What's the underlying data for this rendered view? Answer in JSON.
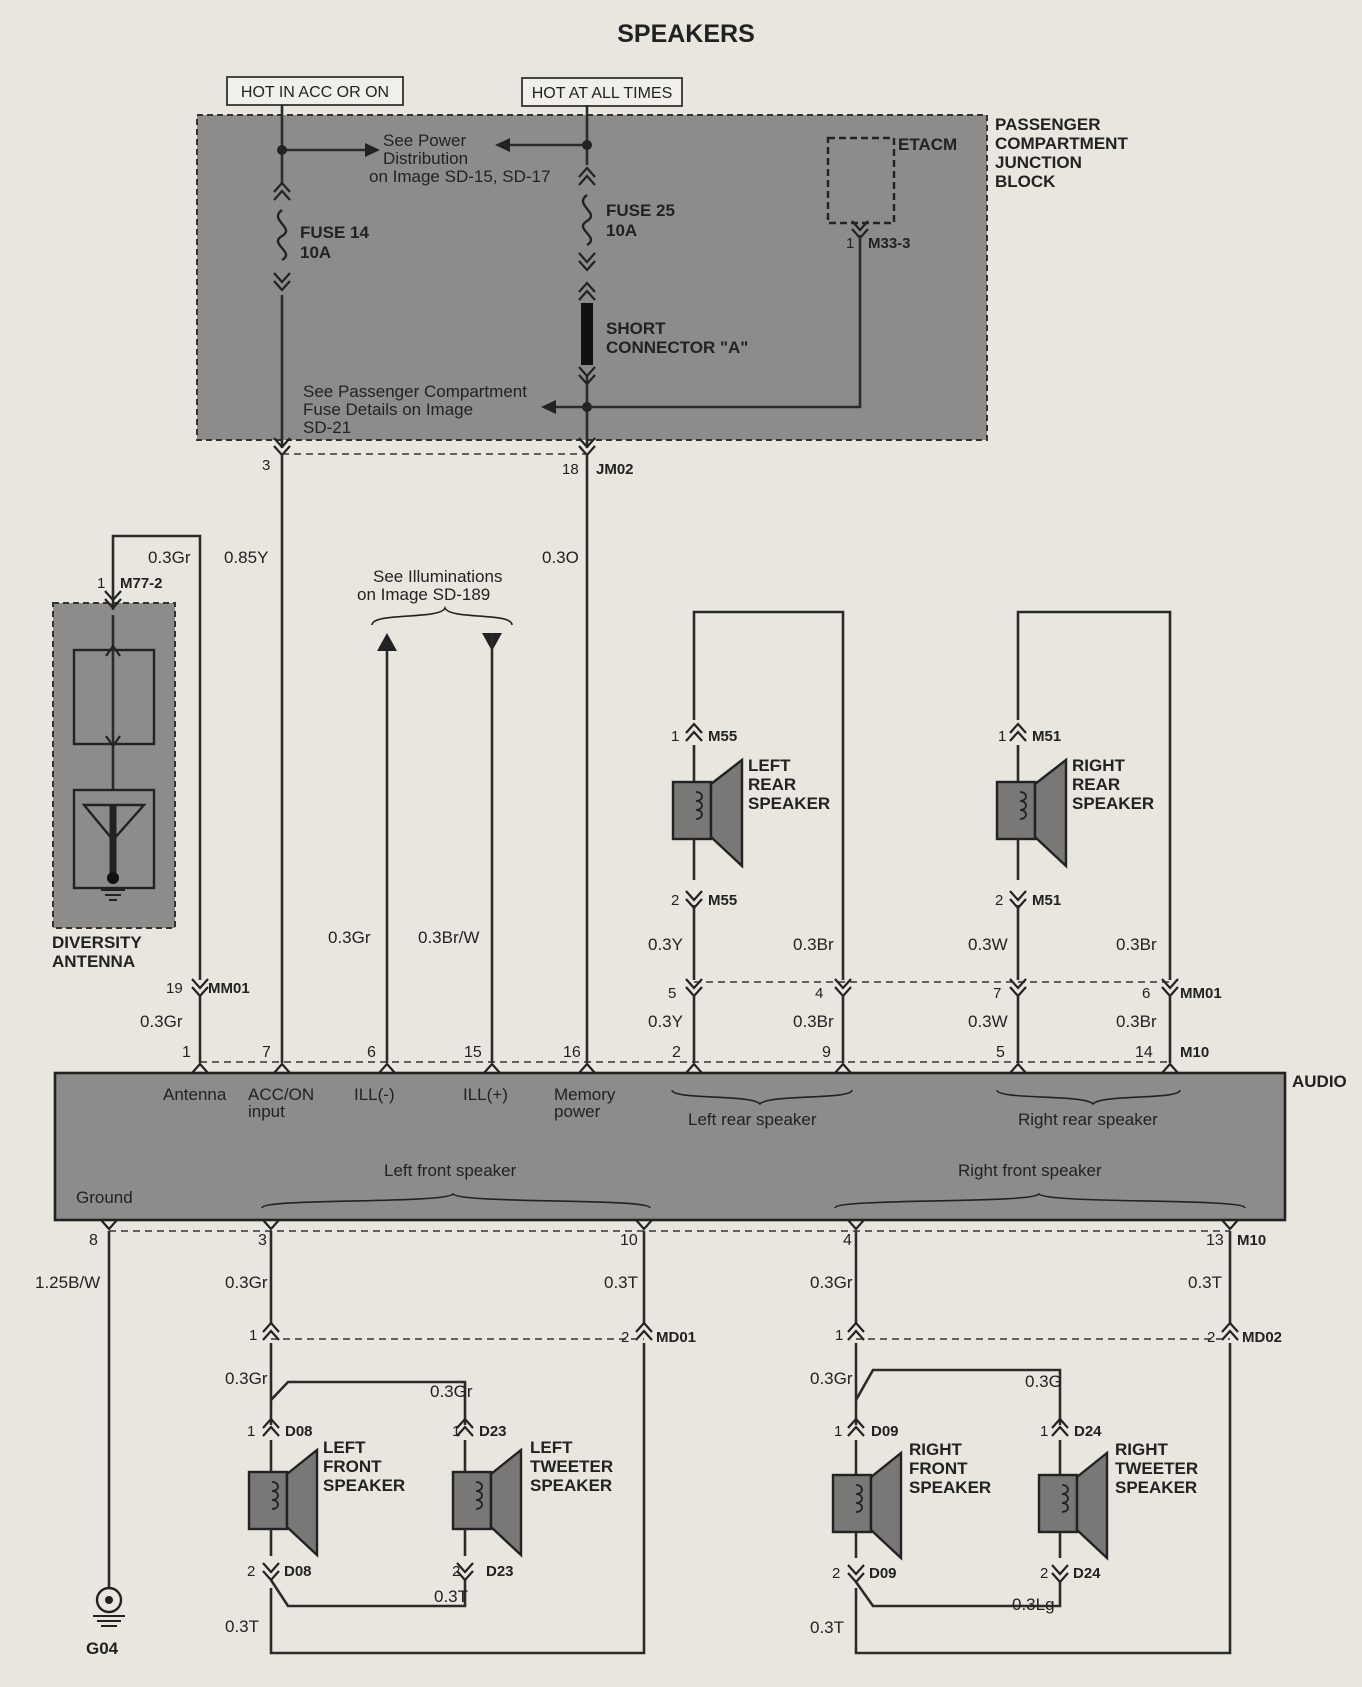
{
  "title": "SPEAKERS",
  "power": {
    "hot_acc_on": "HOT IN ACC OR ON",
    "hot_all_times": "HOT AT ALL TIMES"
  },
  "junction_block": {
    "name_lines": [
      "PASSENGER",
      "COMPARTMENT",
      "JUNCTION",
      "BLOCK"
    ],
    "see_power_lines": [
      "See Power",
      "Distribution",
      "on Image SD-15, SD-17"
    ],
    "fuse14": [
      "FUSE 14",
      "10A"
    ],
    "fuse25": [
      "FUSE 25",
      "10A"
    ],
    "short_connector": [
      "SHORT",
      "CONNECTOR \"A\""
    ],
    "see_fuse_lines": [
      "See Passenger Compartment",
      "Fuse Details on Image",
      "SD-21"
    ],
    "etacm": "ETACM",
    "etacm_pin": "1",
    "etacm_conn": "M33-3",
    "pin_acc": "3",
    "pin_bat": "18",
    "conn": "JM02"
  },
  "wires": {
    "acc": "0.85Y",
    "bat": "0.3O",
    "antenna": "0.3Gr",
    "ill_minus": "0.3Gr",
    "ill_plus": "0.3Br/W",
    "ground": "1.25B/W"
  },
  "illumination": [
    "See Illuminations",
    "on Image SD-189"
  ],
  "antenna": {
    "name_lines": [
      "DIVERSITY",
      "ANTENNA"
    ],
    "pin": "1",
    "conn": "M77-2",
    "mm01_pin": "19",
    "mm01": "MM01",
    "wire_lower": "0.3Gr"
  },
  "rear": {
    "left": {
      "name_lines": [
        "LEFT",
        "REAR",
        "SPEAKER"
      ],
      "pin1": "1",
      "pin2": "2",
      "conn": "M55",
      "wire_a": "0.3Y",
      "wire_b": "0.3Br",
      "mm01_a": "5",
      "mm01_b": "4",
      "wire_a2": "0.3Y",
      "wire_b2": "0.3Br"
    },
    "right": {
      "name_lines": [
        "RIGHT",
        "REAR",
        "SPEAKER"
      ],
      "pin1": "1",
      "pin2": "2",
      "conn": "M51",
      "wire_a": "0.3W",
      "wire_b": "0.3Br",
      "mm01_a": "7",
      "mm01_b": "6",
      "wire_a2": "0.3W",
      "wire_b2": "0.3Br"
    },
    "mm01": "MM01"
  },
  "audio": {
    "name": "AUDIO",
    "conn": "M10",
    "top_pins": [
      "1",
      "7",
      "6",
      "15",
      "16",
      "2",
      "9",
      "5",
      "14"
    ],
    "labels": {
      "antenna": "Antenna",
      "acc": [
        "ACC/ON",
        "input"
      ],
      "ill_minus": "ILL(-)",
      "ill_plus": "ILL(+)",
      "memory": [
        "Memory",
        "power"
      ],
      "left_rear": "Left rear speaker",
      "right_rear": "Right rear speaker",
      "left_front": "Left front speaker",
      "right_front": "Right front speaker",
      "ground": "Ground"
    },
    "bottom_pins": [
      "8",
      "3",
      "10",
      "4",
      "13"
    ]
  },
  "front": {
    "left": {
      "md": "MD01",
      "md_pin1": "1",
      "md_pin2": "2",
      "wire_top_a": "0.3Gr",
      "wire_top_b": "0.3T",
      "wire_mid_a": "0.3Gr",
      "wire_tw": "0.3Gr",
      "spk": {
        "name_lines": [
          "LEFT",
          "FRONT",
          "SPEAKER"
        ],
        "conn": "D08",
        "pin1": "1",
        "pin2": "2"
      },
      "tw": {
        "name_lines": [
          "LEFT",
          "TWEETER",
          "SPEAKER"
        ],
        "conn": "D23",
        "pin1": "1",
        "pin2": "2"
      },
      "wire_bot_tw": "0.3T",
      "wire_bot": "0.3T"
    },
    "right": {
      "md": "MD02",
      "md_pin1": "1",
      "md_pin2": "2",
      "wire_top_a": "0.3Gr",
      "wire_top_b": "0.3T",
      "wire_mid_a": "0.3Gr",
      "wire_tw": "0.3G",
      "spk": {
        "name_lines": [
          "RIGHT",
          "FRONT",
          "SPEAKER"
        ],
        "conn": "D09",
        "pin1": "1",
        "pin2": "2"
      },
      "tw": {
        "name_lines": [
          "RIGHT",
          "TWEETER",
          "SPEAKER"
        ],
        "conn": "D24",
        "pin1": "1",
        "pin2": "2"
      },
      "wire_bot_tw": "0.3Lg",
      "wire_bot": "0.3T"
    }
  },
  "ground": "G04"
}
